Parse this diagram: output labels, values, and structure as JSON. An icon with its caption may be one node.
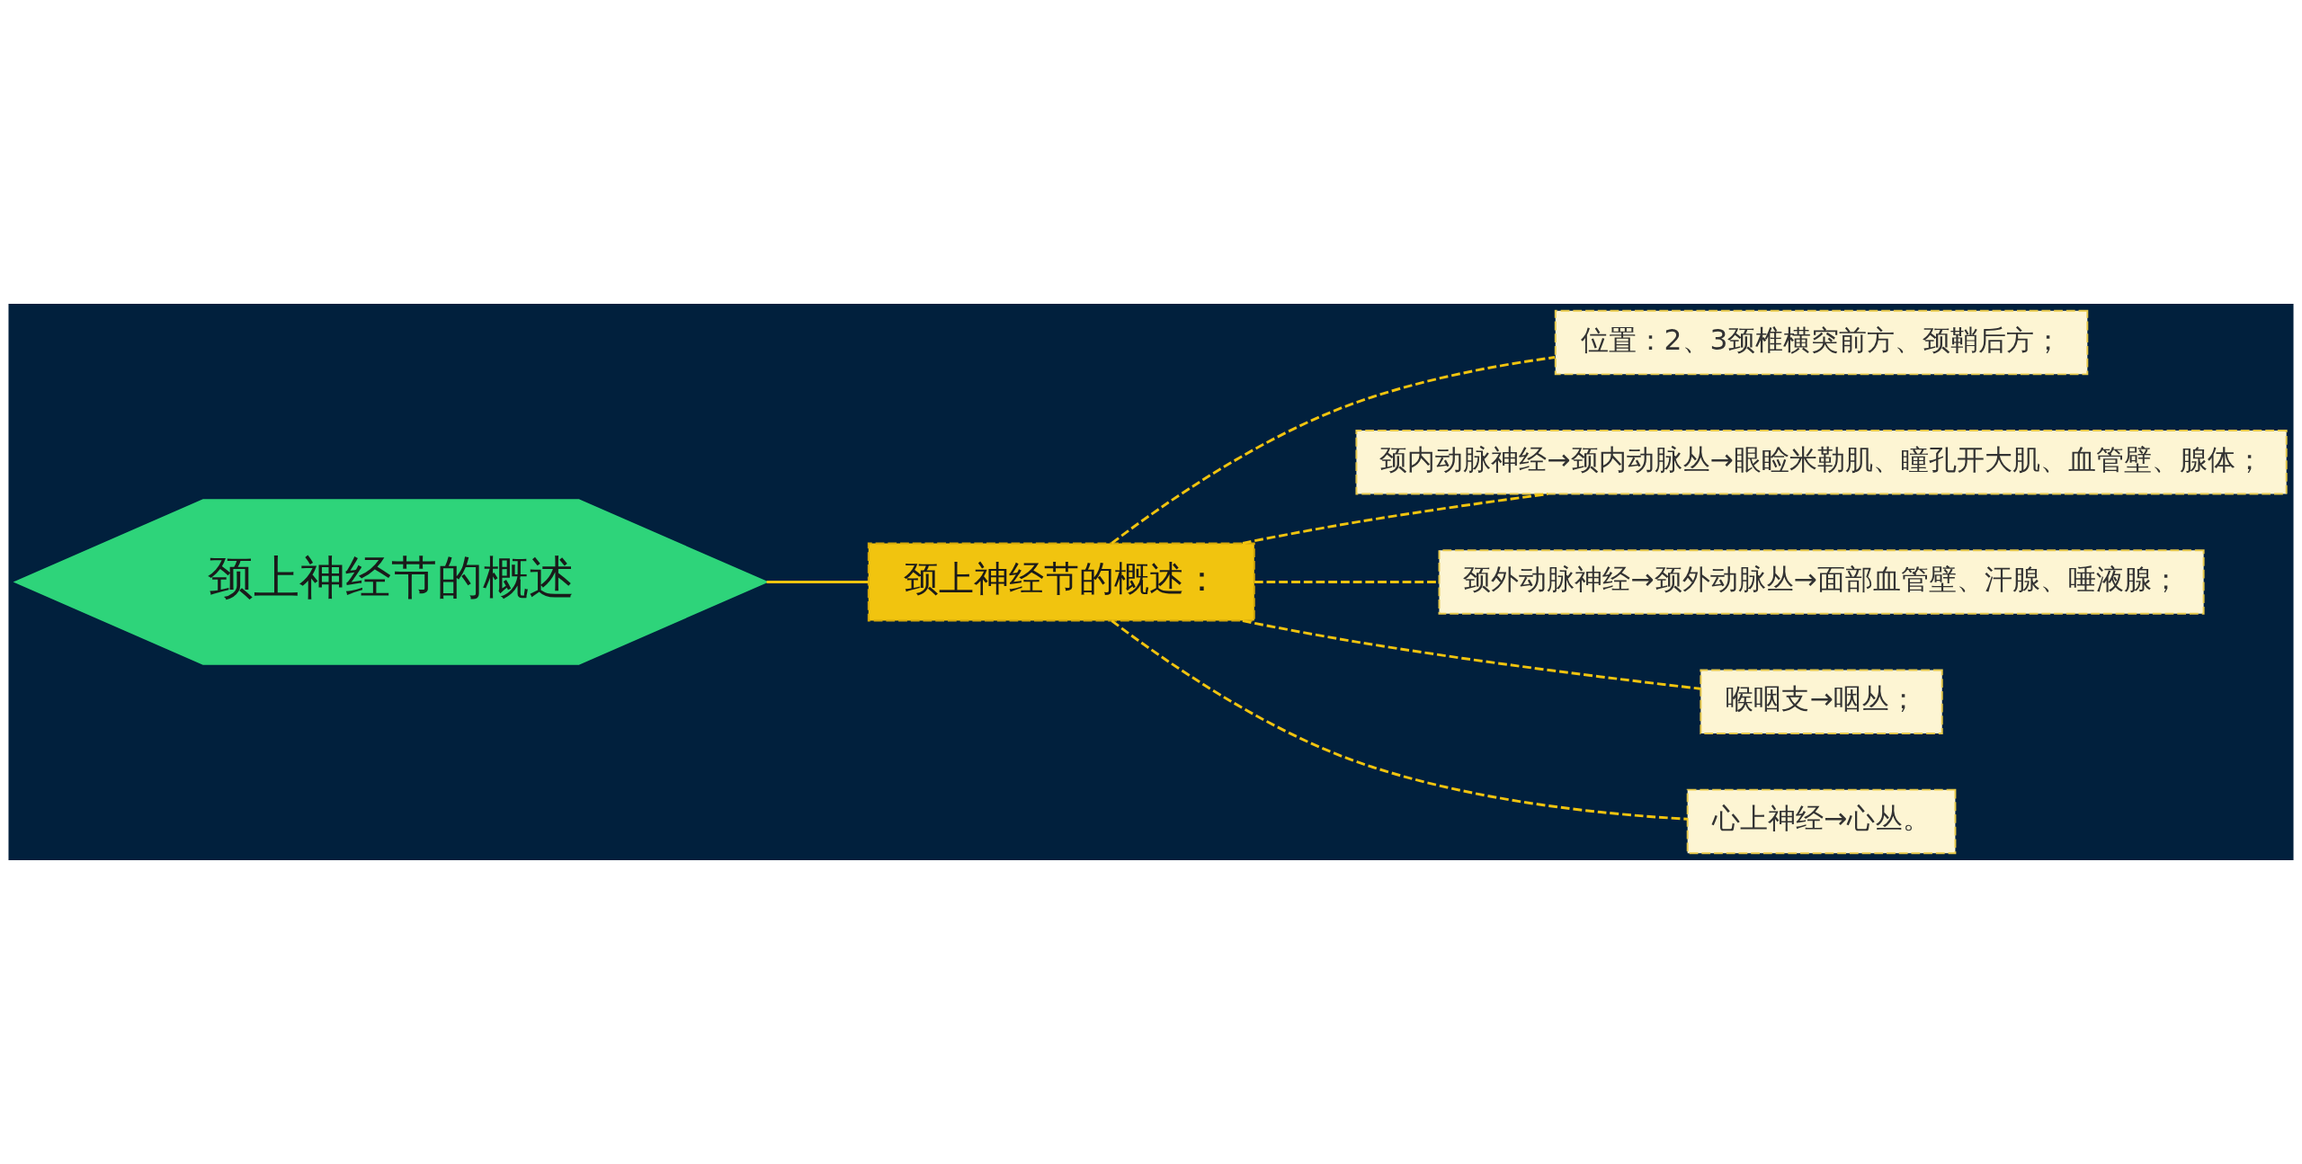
{
  "diagram": {
    "nodes": [
      {
        "text": [
          "颈上神经节的概述"
        ]
      },
      {
        "text": [
          "颈上神经节的概述："
        ]
      },
      {
        "text": [
          "位置：2、3颈椎横突前方、颈鞘后方；"
        ]
      },
      {
        "text": [
          "颈内动脉神经→颈内动脉丛→眼睑米勒肌、瞳孔开大肌、血管壁、腺体；"
        ]
      },
      {
        "text": [
          "颈外动脉神经→颈外动脉丛→面部血管壁、汗腺、唾液腺；"
        ]
      },
      {
        "text": [
          "喉咽支→咽丛；"
        ]
      },
      {
        "text": [
          "心上神经→心丛。"
        ]
      }
    ],
    "edges": [
      {
        "from": 0,
        "to": 1,
        "arrow": "none",
        "color": "#f1c40f"
      },
      {
        "from": 1,
        "to": 2,
        "arrow": "none",
        "style": "dashed",
        "color": "#f1c40f"
      },
      {
        "from": 1,
        "to": 3,
        "arrow": "none",
        "style": "dashed",
        "color": "#f1c40f"
      },
      {
        "from": 1,
        "to": 4,
        "arrow": "none",
        "style": "dashed",
        "color": "#f1c40f"
      },
      {
        "from": 1,
        "to": 5,
        "arrow": "none",
        "style": "dashed",
        "color": "#f1c40f"
      },
      {
        "from": 1,
        "to": 6,
        "arrow": "none",
        "style": "dashed",
        "color": "#f1c40f"
      }
    ]
  }
}
